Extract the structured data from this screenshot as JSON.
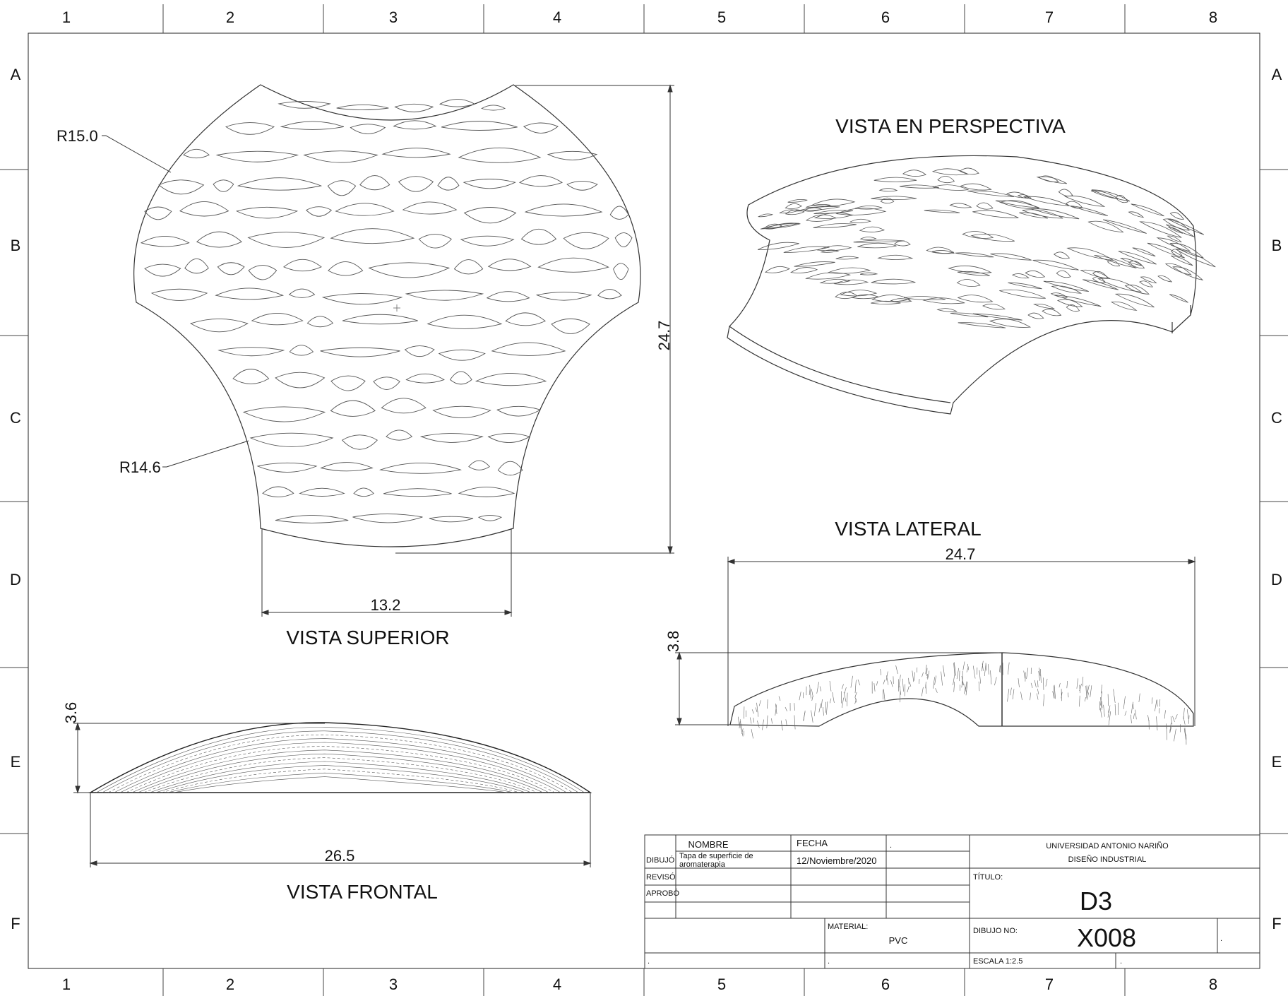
{
  "sheet": {
    "columns": [
      "1",
      "2",
      "3",
      "4",
      "5",
      "6",
      "7",
      "8"
    ],
    "rows": [
      "A",
      "B",
      "C",
      "D",
      "E",
      "F"
    ]
  },
  "views": {
    "top_title": "VISTA SUPERIOR",
    "perspective_title": "VISTA EN PERSPECTIVA",
    "side_title": "VISTA LATERAL",
    "front_title": "VISTA FRONTAL"
  },
  "dimensions": {
    "radius_upper": "R15.0",
    "radius_lower": "R14.6",
    "top_height": "24.7",
    "top_bottom_width": "13.2",
    "side_length": "24.7",
    "side_height": "3.8",
    "front_height": "3.6",
    "front_width": "26.5"
  },
  "title_block": {
    "col_name": "NOMBRE",
    "col_date": "FECHA",
    "col_extra": ".",
    "row_drew": "DIBUJÓ",
    "row_reviewed": "REVISÓ",
    "row_approved": "APROBÓ",
    "drew_name_line1": "Tapa de superficie de",
    "drew_name_line2": "aromaterapia",
    "drew_date": "12/Noviembre/2020",
    "university": "UNIVERSIDAD ANTONIO NARIÑO",
    "department": "DISEÑO INDUSTRIAL",
    "title_label": "TÍTULO:",
    "title_value": "D3",
    "material_label": "MATERIAL:",
    "material_value": "PVC",
    "drawing_no_label": "DIBUJO NO:",
    "drawing_no_value": "X008",
    "drawing_no_suffix": ".",
    "scale": "ESCALA 1:2.5",
    "bottom_dot_1": ".",
    "bottom_dot_2": ".",
    "bottom_dot_3": "."
  }
}
